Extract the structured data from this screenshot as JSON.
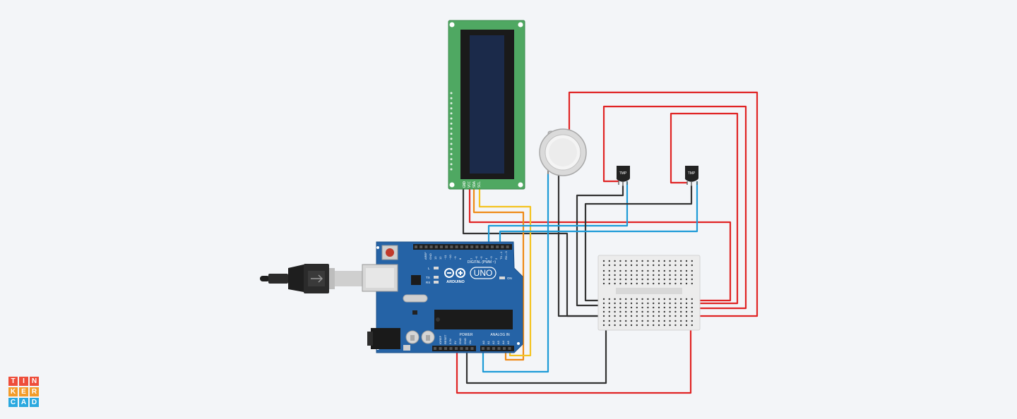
{
  "lcd": {
    "pins": [
      "GND",
      "VCC",
      "SDA",
      "SCL"
    ]
  },
  "sensors": {
    "tmp1_label": "TMP",
    "tmp2_label": "TMP"
  },
  "arduino": {
    "brand": "ARDUINO",
    "model": "UNO",
    "digital_label": "DIGITAL (PWM ~)",
    "digital_pins": [
      "AREF",
      "GND",
      "13",
      "12",
      "~11",
      "~10",
      "~9",
      "8",
      "7",
      "~6",
      "~5",
      "4",
      "~3",
      "2",
      "TX→1",
      "RX←0"
    ],
    "led_labels": [
      "L",
      "TX",
      "RX"
    ],
    "on_label": "ON",
    "power_label": "POWER",
    "analog_label": "ANALOG IN",
    "power_pins": [
      "IOREF",
      "RESET",
      "3.3V",
      "5V",
      "GND",
      "GND",
      "Vin"
    ],
    "analog_pins": [
      "A0",
      "A1",
      "A2",
      "A3",
      "A4",
      "A5"
    ]
  },
  "logo": {
    "letters": [
      "T",
      "I",
      "N",
      "K",
      "E",
      "R",
      "C",
      "A",
      "D"
    ]
  },
  "colors": {
    "wire_red": "#e02424",
    "wire_black": "#333333",
    "wire_yellow": "#f4c320",
    "wire_orange": "#ef8a16",
    "wire_blue": "#1e9bd7",
    "arduino_blue": "#2563a6",
    "lcd_green": "#4fa862",
    "lcd_screen": "#1b2a4a",
    "logo_top": "#ee4d3a",
    "logo_mid": "#f39c2a",
    "logo_bottom": "#2aa8df"
  }
}
